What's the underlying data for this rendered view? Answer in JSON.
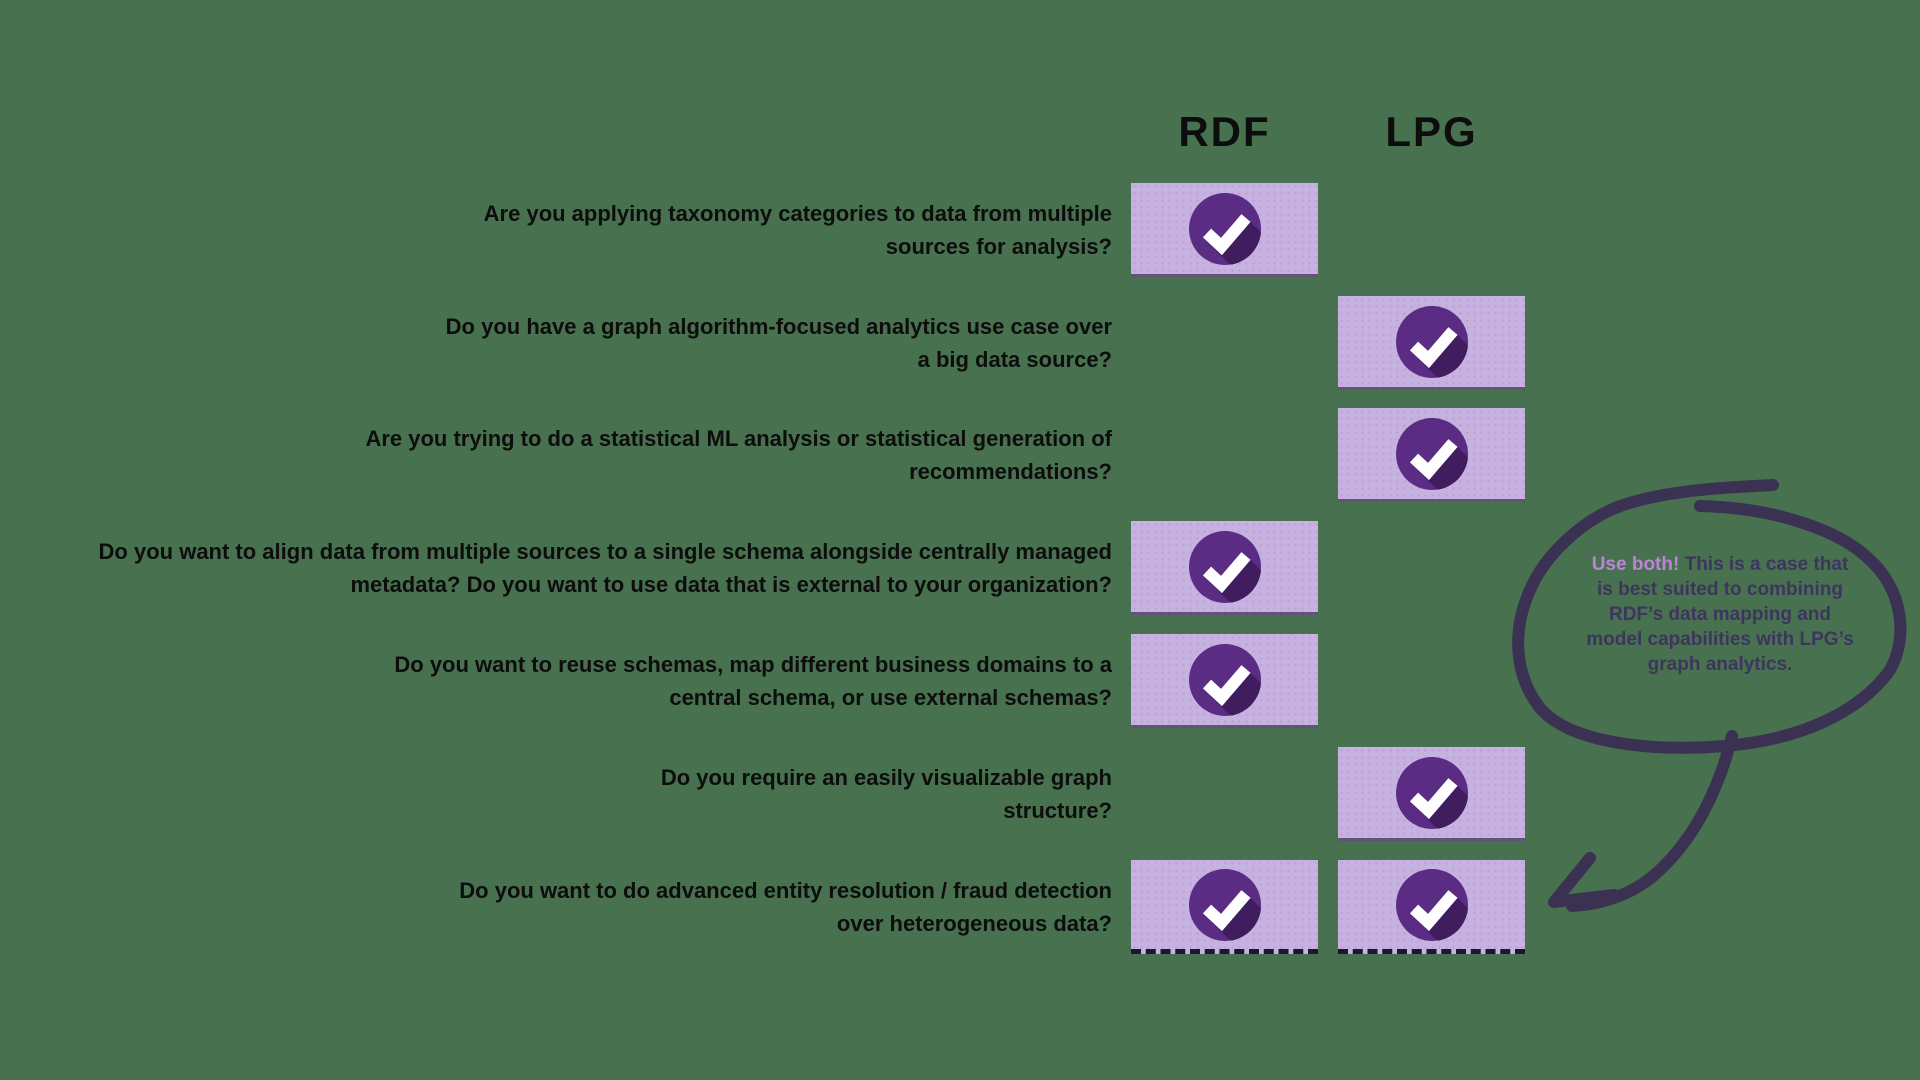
{
  "header": {
    "rdf_label": "RDF",
    "lpg_label": "LPG"
  },
  "rows": [
    {
      "question": "Are you applying taxonomy categories to data from multiple sources for analysis?",
      "rdf": true,
      "lpg": false
    },
    {
      "question": "Do you have a graph algorithm-focused analytics use case over a big data source?",
      "rdf": false,
      "lpg": true
    },
    {
      "question": "Are you trying to do a statistical ML analysis or statistical generation of recommendations?",
      "rdf": false,
      "lpg": true
    },
    {
      "question": "Do you want to align data from multiple sources to a single schema alongside centrally managed metadata? Do you want to use data that is external to your organization?",
      "rdf": true,
      "lpg": false
    },
    {
      "question": "Do you want to reuse schemas, map different business domains to a central schema, or use external schemas?",
      "rdf": true,
      "lpg": false
    },
    {
      "question": "Do you require an easily visualizable graph structure?",
      "rdf": false,
      "lpg": true
    },
    {
      "question": "Do you want to do advanced entity resolution / fraud detection over heterogeneous data?",
      "rdf": true,
      "lpg": true
    }
  ],
  "annotation": {
    "highlight": "Use both!",
    "text": "This is a case that\nis best suited to combining\nRDF’s data mapping and\nmodel capabilities with LPG’s\ngraph analytics."
  },
  "icons": {
    "check_cell": "checkmark-icon"
  },
  "colors": {
    "background": "#47714f",
    "cell": "#c6b1e0",
    "check_circle": "#5a2c83",
    "check_shadow": "#3f1d5e",
    "checkmark": "#ffffff",
    "ink": "#3a3153",
    "highlight": "#be82d8",
    "bubble_text": "#3e355f",
    "question_text": "#0d0d0d"
  }
}
